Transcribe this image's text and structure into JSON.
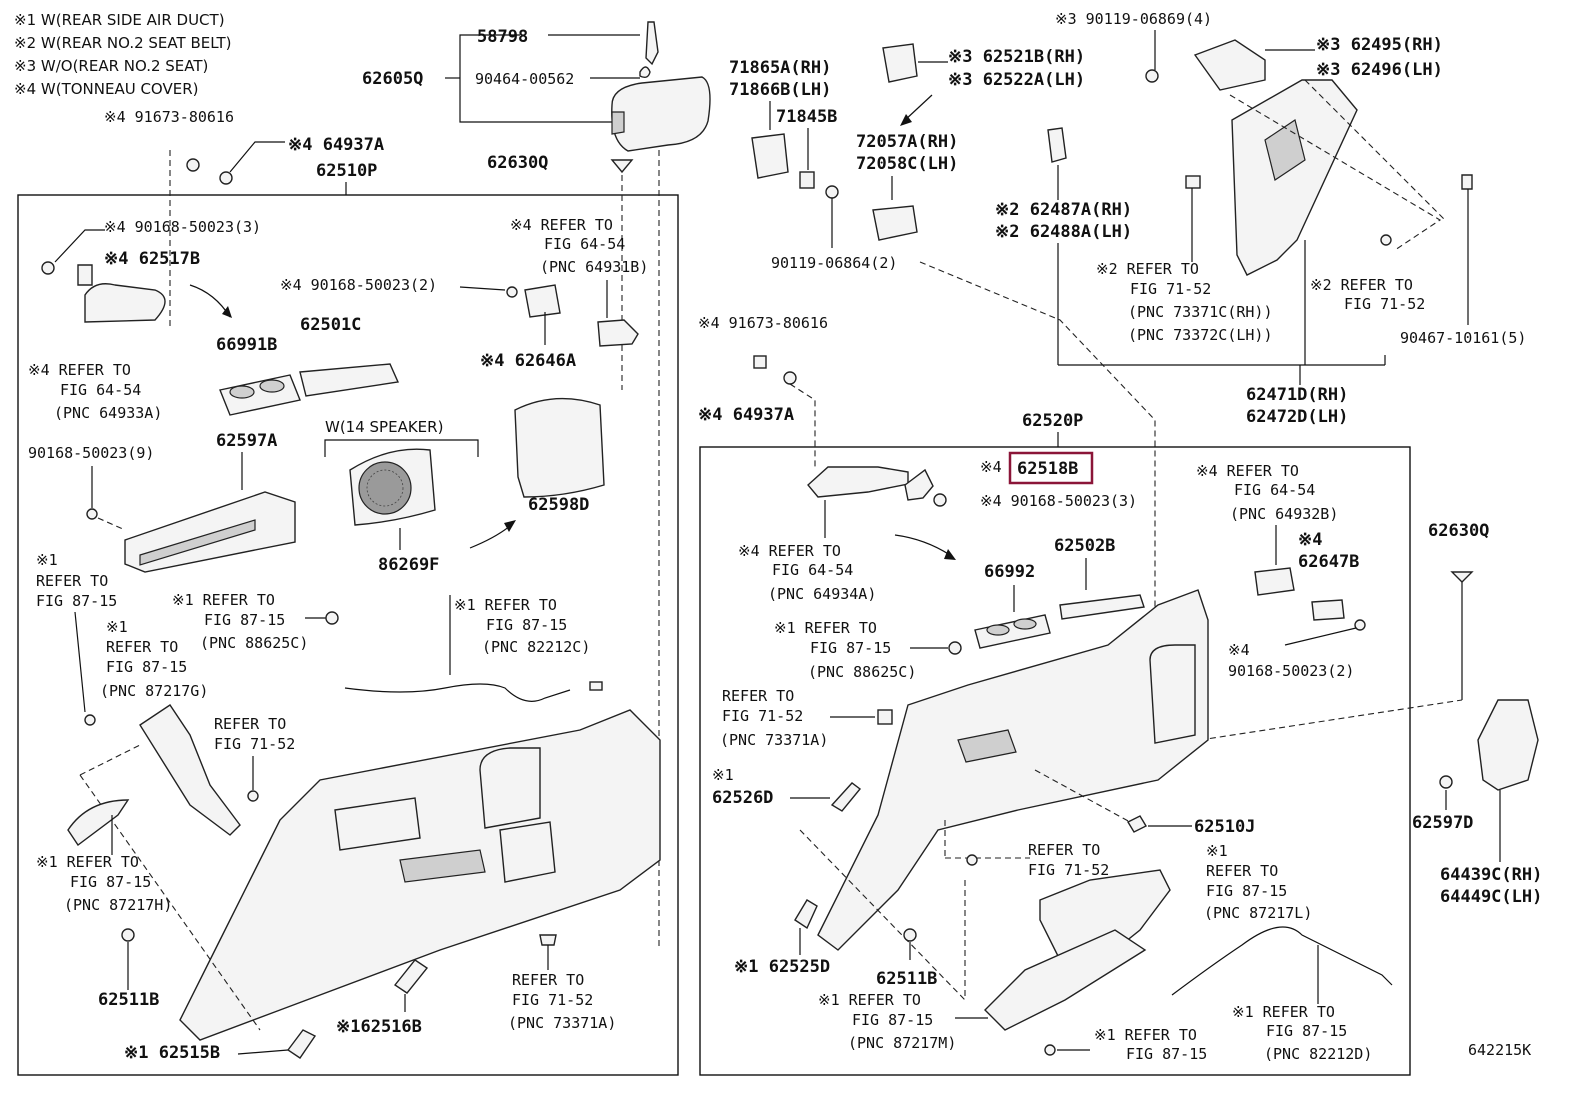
{
  "legend": [
    "※1 W(REAR SIDE AIR DUCT)",
    "※2 W(REAR NO.2 SEAT BELT)",
    "※3 W/O(REAR NO.2 SEAT)",
    "※4 W(TONNEAU COVER)"
  ],
  "highlight_color": "#8b1538",
  "diagram_id": "642215K",
  "speaker_group": "W(14 SPEAKER)",
  "labels": {
    "p58798": "58798",
    "p90464": "90464-00562",
    "p62605q": "62605Q",
    "p91673_left": "※4 91673-80616",
    "p64937a_left": "※4 64937A",
    "p62510p": "62510P",
    "p62630q_left": "62630Q",
    "p90168_3_left": "※4 90168-50023(3)",
    "p62517b": "※4 62517B",
    "p90168_2_left": "※4 90168-50023(2)",
    "ref6454_l1": "※4 REFER TO",
    "ref6454_l2": "FIG 64-54",
    "ref6454_l3": "(PNC 64931B)",
    "p62646a": "※4 62646A",
    "p66991b": "66991B",
    "p62501c": "62501C",
    "ref64933_l1": "※4 REFER TO",
    "ref64933_l2": "FIG 64-54",
    "ref64933_l3": "(PNC 64933A)",
    "p90168_9": "90168-50023(9)",
    "p62597a": "62597A",
    "p86269f": "86269F",
    "p62598d": "62598D",
    "ref8715a_l1": "※1",
    "ref8715a_l2": "REFER TO",
    "ref8715a_l3": "FIG 87-15",
    "ref88625_l1": "※1 REFER TO",
    "ref88625_l2": "FIG 87-15",
    "ref88625_l3": "(PNC 88625C)",
    "ref82212_l1": "※1 REFER TO",
    "ref82212_l2": "FIG 87-15",
    "ref82212_l3": "(PNC 82212C)",
    "ref87217g_l1": "※1",
    "ref87217g_l2": "REFER TO",
    "ref87217g_l3": "FIG 87-15",
    "ref87217g_l4": "(PNC 87217G)",
    "ref7152a_l1": "REFER TO",
    "ref7152a_l2": "FIG 71-52",
    "ref87217h_l1": "※1 REFER TO",
    "ref87217h_l2": "FIG 87-15",
    "ref87217h_l3": "(PNC 87217H)",
    "p62511b_left": "62511B",
    "ref73371a_l1": "REFER TO",
    "ref73371a_l2": "FIG 71-52",
    "ref73371a_l3": "(PNC 73371A)",
    "p62516b": "※162516B",
    "p62515b": "※1 62515B",
    "p71865a": "71865A(RH)",
    "p71866b": "71866B(LH)",
    "p71845b": "71845B",
    "p62521b": "※3 62521B(RH)",
    "p62522a": "※3 62522A(LH)",
    "p72057a": "72057A(RH)",
    "p72058c": "72058C(LH)",
    "p90119_06864": "90119-06864(2)",
    "p90119_06869": "※3 90119-06869(4)",
    "p62495": "※3 62495(RH)",
    "p62496": "※3 62496(LH)",
    "p62487a": "※2 62487A(RH)",
    "p62488a": "※2 62488A(LH)",
    "ref7152b_l1": "※2 REFER TO",
    "ref7152b_l2": "FIG 71-52",
    "ref7152b_l3": "(PNC 73371C(RH))",
    "ref7152b_l4": "(PNC 73372C(LH))",
    "ref7152c_l1": "※2 REFER TO",
    "ref7152c_l2": "FIG 71-52",
    "p90467": "90467-10161(5)",
    "p62471d": "62471D(RH)",
    "p62472d": "62472D(LH)",
    "p91673_right": "※4 91673-80616",
    "p64937a_right": "※4 64937A",
    "p62520p": "62520P",
    "p62518b_prefix": "※4",
    "p62518b": "62518B",
    "p90168_3_right": "※4 90168-50023(3)",
    "ref64932_l1": "※4 REFER TO",
    "ref64932_l2": "FIG 64-54",
    "ref64932_l3": "(PNC 64932B)",
    "p62647b_l1": "※4",
    "p62647b_l2": "62647B",
    "p62630q_right": "62630Q",
    "ref64934_l1": "※4 REFER TO",
    "ref64934_l2": "FIG 64-54",
    "ref64934_l3": "(PNC 64934A)",
    "p66992": "66992",
    "p62502b": "62502B",
    "p90168_2_right_l1": "※4",
    "p90168_2_right_l2": "90168-50023(2)",
    "ref88625r_l1": "※1 REFER TO",
    "ref88625r_l2": "FIG 87-15",
    "ref88625r_l3": "(PNC 88625C)",
    "ref73371r_l1": "REFER TO",
    "ref73371r_l2": "FIG 71-52",
    "ref73371r_l3": "(PNC 73371A)",
    "p62526d_l1": "※1",
    "p62526d_l2": "62526D",
    "p62510j": "62510J",
    "p62597d": "62597D",
    "p64439c": "64439C(RH)",
    "p64449c": "64449C(LH)",
    "ref7152d_l1": "REFER TO",
    "ref7152d_l2": "FIG 71-52",
    "ref87217l_l1": "※1",
    "ref87217l_l2": "REFER TO",
    "ref87217l_l3": "FIG 87-15",
    "ref87217l_l4": "(PNC 87217L)",
    "p62525d": "※1 62525D",
    "p62511b_right": "62511B",
    "ref87217m_l1": "※1 REFER TO",
    "ref87217m_l2": "FIG 87-15",
    "ref87217m_l3": "(PNC 87217M)",
    "ref82212d_l1": "※1 REFER TO",
    "ref82212d_l2": "FIG 87-15",
    "ref82212d_l3": "(PNC 82212D)",
    "ref8715b_l1": "※1 REFER TO",
    "ref8715b_l2": "FIG 87-15"
  }
}
